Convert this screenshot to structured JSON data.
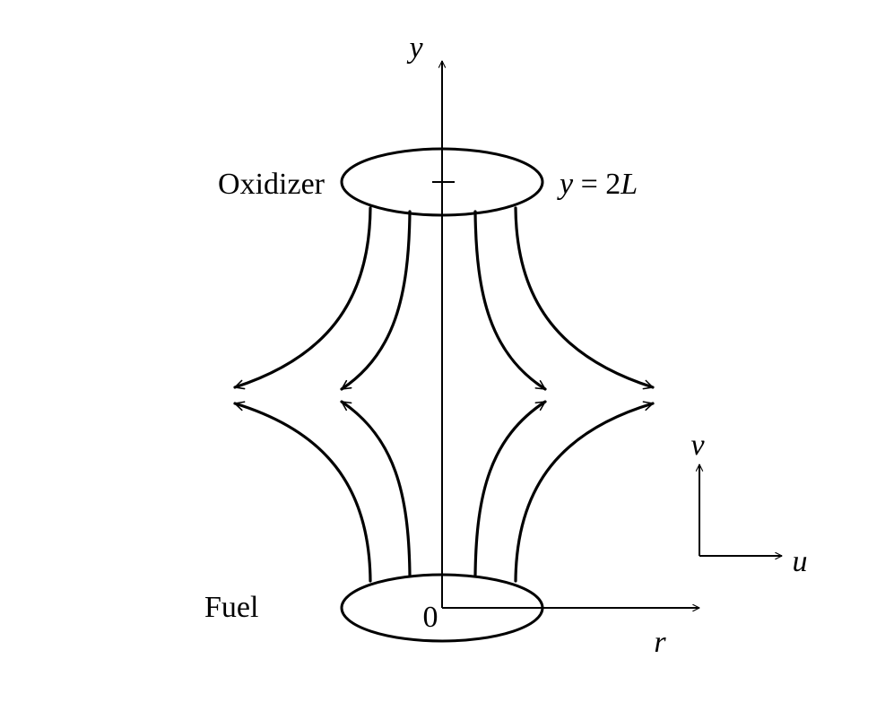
{
  "labels": {
    "y_axis": "y",
    "r_axis": "r",
    "oxidizer": "Oxidizer",
    "top_prefix": "y",
    "top_eq": " = 2",
    "top_L": "L",
    "fuel": "Fuel",
    "origin": "0",
    "v": "v",
    "u": "u"
  },
  "colors": {
    "ink": "#000000",
    "background": "#ffffff"
  }
}
